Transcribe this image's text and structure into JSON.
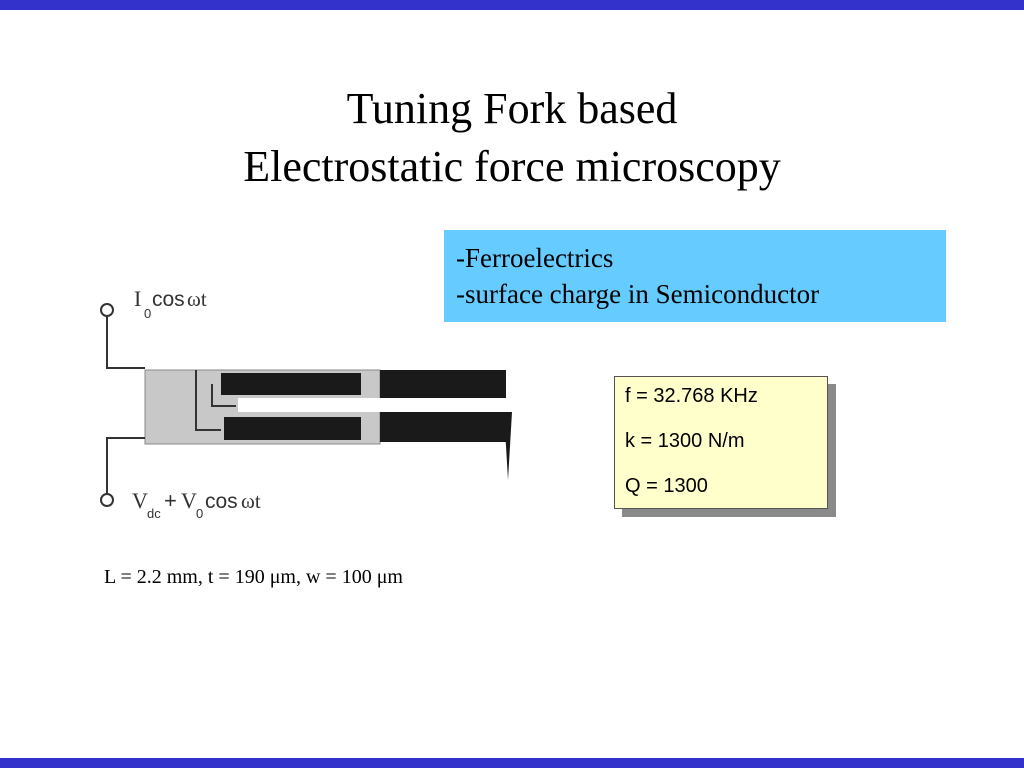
{
  "slide": {
    "title_line1": "Tuning Fork based",
    "title_line2": "Electrostatic force microscopy",
    "topics": [
      "-Ferroelectrics",
      "-surface charge in Semiconductor"
    ],
    "params": [
      "f = 32.768 KHz",
      "k = 1300 N/m",
      "Q = 1300"
    ],
    "dimensions": "L = 2.2 mm,  t = 190 μm, w = 100 μm"
  },
  "diagram": {
    "top_label": {
      "I": "I",
      "sub0": "0",
      "cos": "cos",
      "omega_t": "ωt"
    },
    "bottom_label": {
      "V1": "V",
      "sub_dc": "dc",
      "plus": "+",
      "V2": "V",
      "sub0": "0",
      "cos": "cos",
      "omega_t": "ωt"
    }
  },
  "colors": {
    "accent_bar": "#3333cc",
    "topics_bg": "#66ccff",
    "params_bg": "#ffffcc",
    "electrode": "#1a1a1a",
    "fork_body": "#c8c8c8"
  },
  "icons": [
    "terminal-circle-icon"
  ]
}
